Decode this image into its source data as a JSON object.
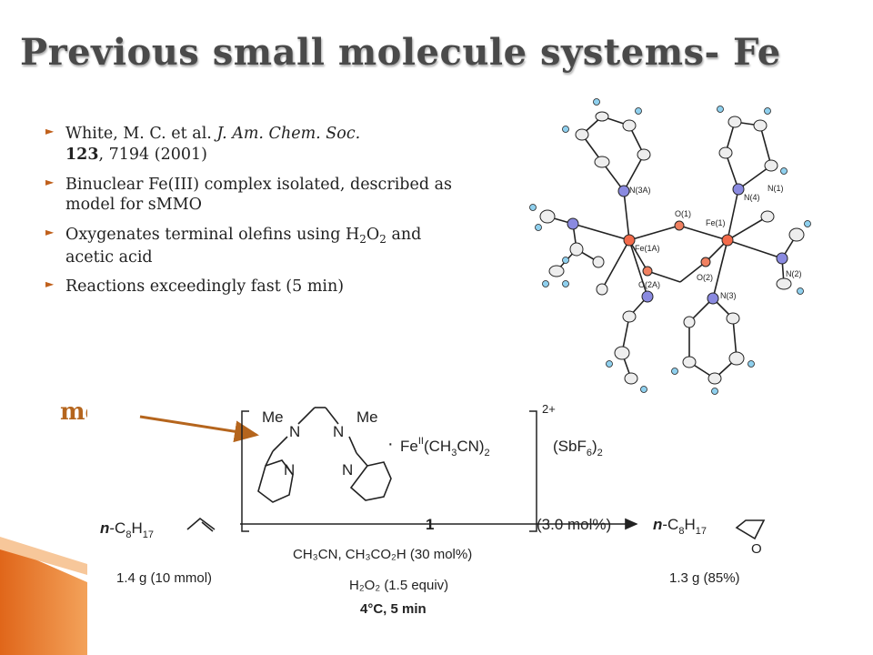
{
  "slide": {
    "title": "Previous small molecule systems- Fe",
    "bullets": {
      "b1_author": "White, M. C. et al. ",
      "b1_journal": "J. Am. Chem. Soc.",
      "b1_volume": "123",
      "b1_rest": ", 7194 (2001)",
      "b2": "Binuclear Fe(III) complex isolated, described as model for sMMO",
      "b3_pre": "Oxygenates terminal olefins using H",
      "b3_sub1": "2",
      "b3_mid": "O",
      "b3_sub2": "2",
      "b3_post": " and acetic acid",
      "b4": "Reactions exceedingly fast (5 min)"
    },
    "mep_label": "mep"
  },
  "crystal_structure": {
    "labels": [
      "N(3A)",
      "O(1)",
      "Fe(1)",
      "N(4)",
      "N(1)",
      "Fe(1A)",
      "O(2A)",
      "O(2)",
      "N(3)",
      "N(2)"
    ]
  },
  "scheme": {
    "me_left": "Me",
    "n_left": "N",
    "me_right": "Me",
    "n_right": "N",
    "pyr_n_left": "N",
    "pyr_n_right": "N",
    "charge": "2+",
    "dot": "·",
    "fe": "Fe",
    "fe_ox": "II",
    "fe_ligand_a": "(CH",
    "fe_ligand_sub3": "3",
    "fe_ligand_b": "CN)",
    "fe_ligand_sub2": "2",
    "counter_a": "(SbF",
    "counter_sub6": "6",
    "counter_b": ")",
    "counter_sub2": "2",
    "catalyst_number": "1",
    "catalyst_loading": "(3.0 mol%)",
    "substrate_prefix": "n",
    "substrate_a": "-C",
    "substrate_sub8": "8",
    "substrate_b": "H",
    "substrate_sub17": "17",
    "substrate_amount": "1.4 g (10 mmol)",
    "reagents_1": "CH₃CN,  CH₃CO₂H (30 mol%)",
    "reagents_2": "H₂O₂ (1.5 equiv)",
    "conditions": "4°C, 5 min",
    "product_prefix": "n",
    "product_a": "-C",
    "product_sub8": "8",
    "product_b": "H",
    "product_sub17": "17",
    "epoxide_o": "O",
    "product_amount": "1.3 g (85%)"
  }
}
